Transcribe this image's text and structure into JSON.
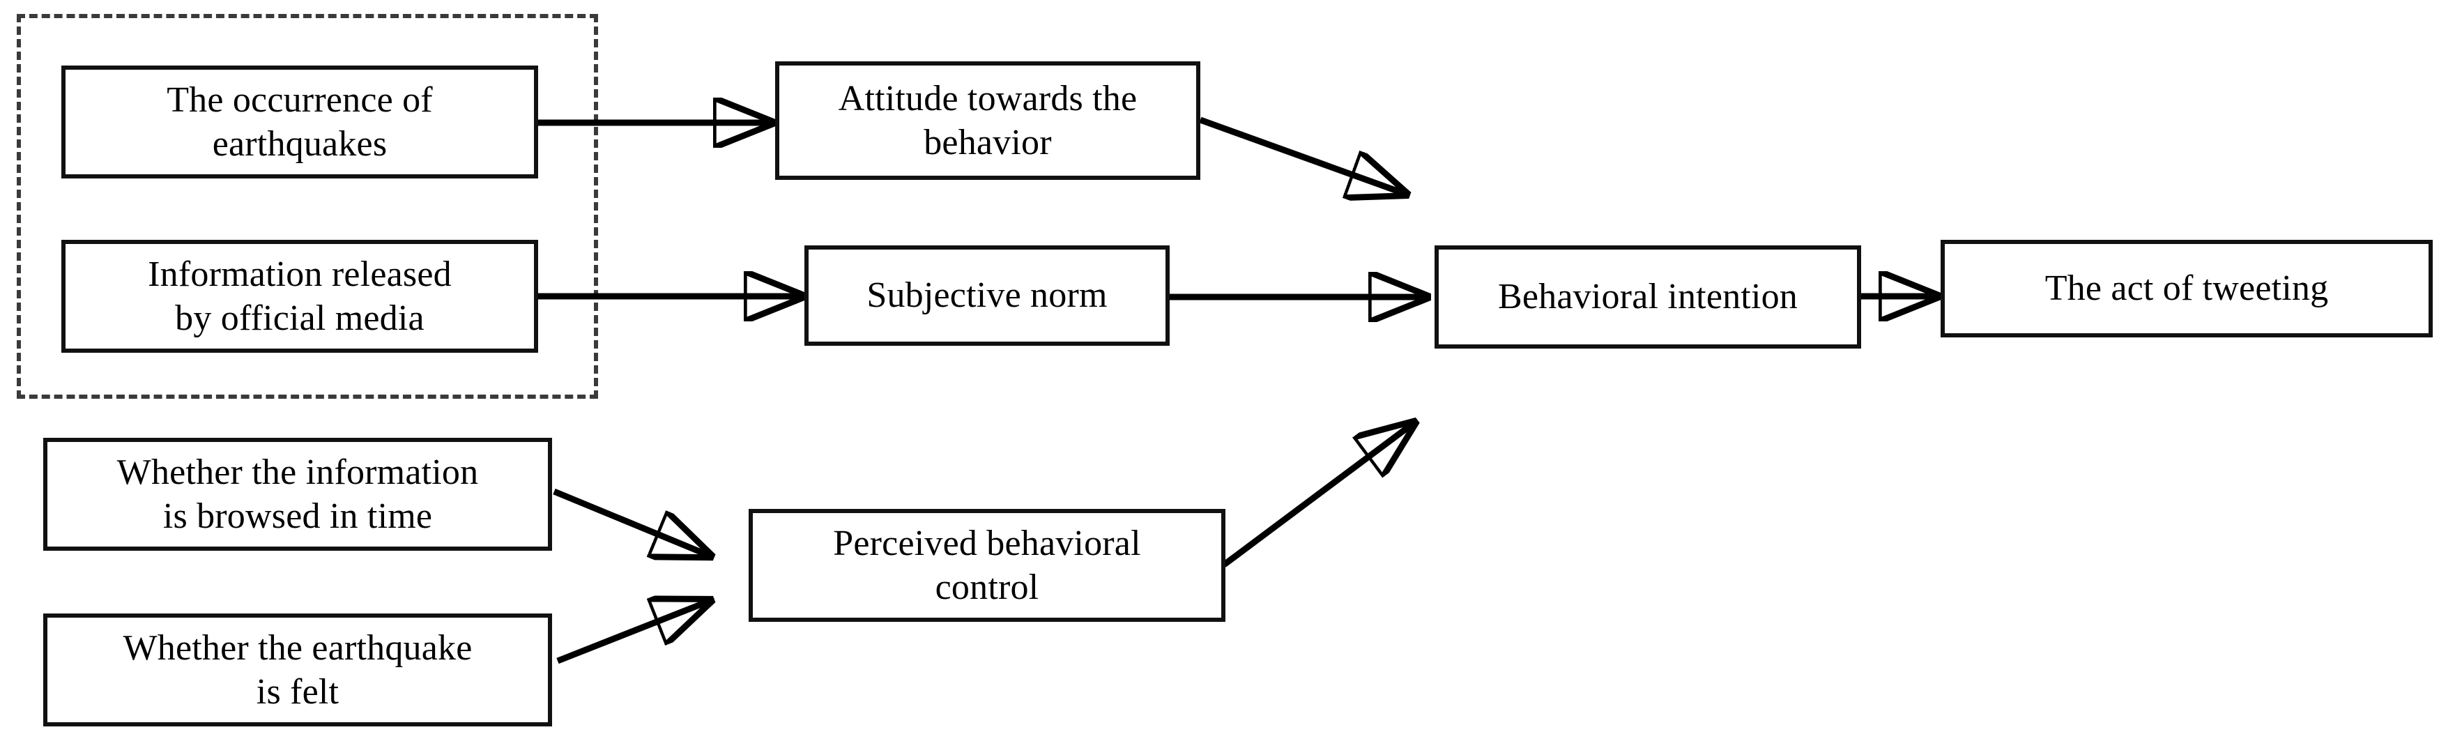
{
  "diagram": {
    "title": "",
    "type": "flow-diagram",
    "colors": {
      "box_border": "#111111",
      "dashed_border": "#3a3a3a",
      "arrow": "#000000",
      "background": "#ffffff",
      "text": "#000000"
    },
    "dashed_group": {
      "name": "external-stimuli-group",
      "label": "",
      "contains": [
        "occurrence-of-earthquakes",
        "information-released-by-official-media"
      ]
    },
    "nodes": [
      {
        "id": "occurrence-of-earthquakes",
        "label": "The occurrence of\nearthquakes"
      },
      {
        "id": "information-released-by-official-media",
        "label": "Information released\nby official media"
      },
      {
        "id": "attitude-towards-the-behavior",
        "label": "Attitude towards the\nbehavior"
      },
      {
        "id": "subjective-norm",
        "label": "Subjective norm"
      },
      {
        "id": "whether-the-information-is-browsed-in-time",
        "label": "Whether the information\nis browsed in time"
      },
      {
        "id": "whether-the-earthquake-is-felt",
        "label": "Whether the earthquake\nis felt"
      },
      {
        "id": "perceived-behavioral-control",
        "label": "Perceived behavioral\ncontrol"
      },
      {
        "id": "behavioral-intention",
        "label": "Behavioral intention"
      },
      {
        "id": "the-act-of-tweeting",
        "label": "The act of tweeting"
      }
    ],
    "edges": [
      {
        "id": "edge-earthquakes-to-attitude",
        "from": "occurrence-of-earthquakes",
        "to": "attitude-towards-the-behavior",
        "style": "solid-arrow"
      },
      {
        "id": "edge-official-media-to-subjective-norm",
        "from": "information-released-by-official-media",
        "to": "subjective-norm",
        "style": "solid-arrow"
      },
      {
        "id": "edge-attitude-to-intention",
        "from": "attitude-towards-the-behavior",
        "to": "behavioral-intention",
        "style": "solid-arrow"
      },
      {
        "id": "edge-subjective-norm-to-intention",
        "from": "subjective-norm",
        "to": "behavioral-intention",
        "style": "solid-arrow"
      },
      {
        "id": "edge-browsed-in-time-to-control",
        "from": "whether-the-information-is-browsed-in-time",
        "to": "perceived-behavioral-control",
        "style": "solid-arrow"
      },
      {
        "id": "edge-earthquake-felt-to-control",
        "from": "whether-the-earthquake-is-felt",
        "to": "perceived-behavioral-control",
        "style": "solid-arrow"
      },
      {
        "id": "edge-control-to-intention",
        "from": "perceived-behavioral-control",
        "to": "behavioral-intention",
        "style": "solid-arrow"
      },
      {
        "id": "edge-intention-to-act",
        "from": "behavioral-intention",
        "to": "the-act-of-tweeting",
        "style": "solid-arrow"
      }
    ]
  }
}
